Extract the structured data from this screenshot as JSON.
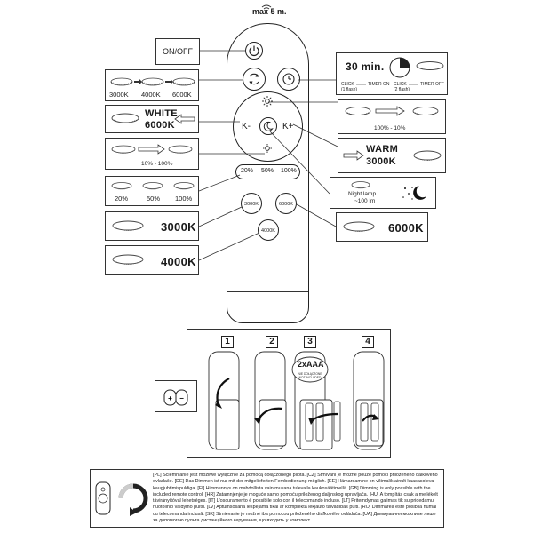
{
  "range_label": "max 5 m.",
  "left_boxes": {
    "onoff": "ON/OFF",
    "cycle": [
      "3000K",
      "4000K",
      "6000K"
    ],
    "white_title": "WHITE",
    "white_temp": "6000K",
    "dim_range": "10% - 100%",
    "levels": [
      "20%",
      "50%",
      "100%"
    ],
    "k3000": "3000K",
    "k4000": "4000K"
  },
  "right_boxes": {
    "timer": "30 min.",
    "timer_click1": "CLICK",
    "timer_on": "TIMER ON",
    "timer_flash1": "(1 flash)",
    "timer_click2": "CLICK",
    "timer_off": "TIMER OFF",
    "timer_flash2": "(2 flash)",
    "dim_range": "100% - 10%",
    "warm_title": "WARM",
    "warm_temp": "3000K",
    "night_label": "Night lamp",
    "night_lm": "~100 lm",
    "k6000": "6000K"
  },
  "remote": {
    "k_minus": "K-",
    "k_plus": "K+",
    "pct": [
      "20%",
      "50%",
      "100%"
    ],
    "btn3000": "3000K",
    "btn6000": "6000K",
    "btn4000": "4000K"
  },
  "battery": {
    "steps": [
      "1",
      "2",
      "3",
      "4"
    ],
    "count": "2",
    "type": "xAAA",
    "note": "NIE DOŁĄCZONE\nNOT INCLUDED"
  },
  "disclaimer": "[PL] Ściemnianie jest możliwe wyłącznie za pomocą dołączonego pilota. [CZ] Stmívání je možné pouze pomocí přiloženého dálkového ovladače. [DE] Das Dimmen ist nur mit der mitgelieferten Fernbedienung möglich. [EE] Hämardamine on võimalik ainult kaasasoleva kaugjuhtimispuldiga. [FI] Himmennys on mahdollista vain mukana tulevalla kaukosäätimellä. [GB] Dimming is only possible with the included remote control. [HR] Zatamnjenje je moguće samo pomoću priloženog daljinskog upravljača. [HU] A tompítás csak a mellékelt távirányítóval lehetséges. [IT] L'oscuramento è possibile solo con il telecomando incluso. [LT] Pritemdymas galimas tik su pridedamu nuotolinio valdymo pultu. [LV] Aptumšošana iespējama tikai ar komplektā iekļauto tālvadības pulti. [RO] Dimmarea este posibilă numai cu telecomanda inclusă. [SK] Stmievanie je možné iba pomocou priloženého diaľkového ovládača. [UA] Диммування можливе лише за допомогою пульта дистанційного керування, що входить у комплект."
}
